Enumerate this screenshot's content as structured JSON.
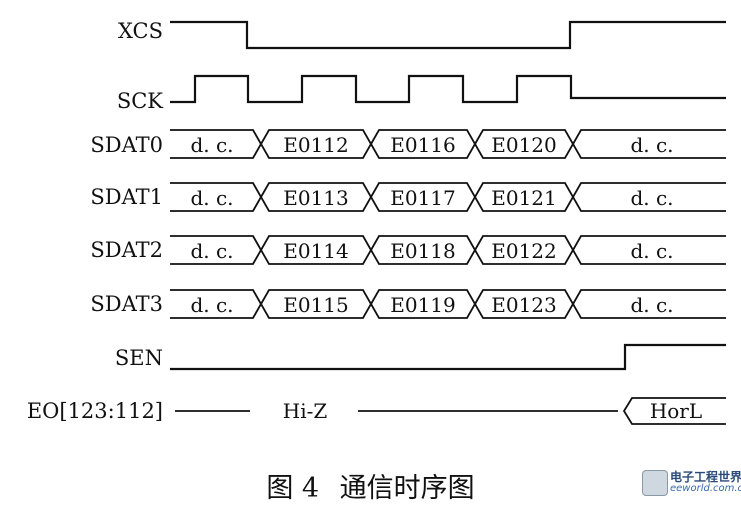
{
  "signals": {
    "xcs": "XCS",
    "sck": "SCK",
    "sdat0": "SDAT0",
    "sdat1": "SDAT1",
    "sdat2": "SDAT2",
    "sdat3": "SDAT3",
    "sen": "SEN",
    "eo": "EO[123:112]"
  },
  "bus_cells": {
    "sdat0": [
      "d. c.",
      "E0112",
      "E0116",
      "E0120",
      "d. c."
    ],
    "sdat1": [
      "d. c.",
      "E0113",
      "E0117",
      "E0121",
      "d. c."
    ],
    "sdat2": [
      "d. c.",
      "E0114",
      "E0118",
      "E0122",
      "d. c."
    ],
    "sdat3": [
      "d. c.",
      "E0115",
      "E0119",
      "E0123",
      "d. c."
    ]
  },
  "eo_bus": {
    "hiz_label": "Hi-Z",
    "end_label": "HorL"
  },
  "caption": {
    "figure": "图 4",
    "title": "通信时序图"
  },
  "watermark": {
    "line1": "电子工程世界",
    "line2": "eeworld.com.cn"
  }
}
